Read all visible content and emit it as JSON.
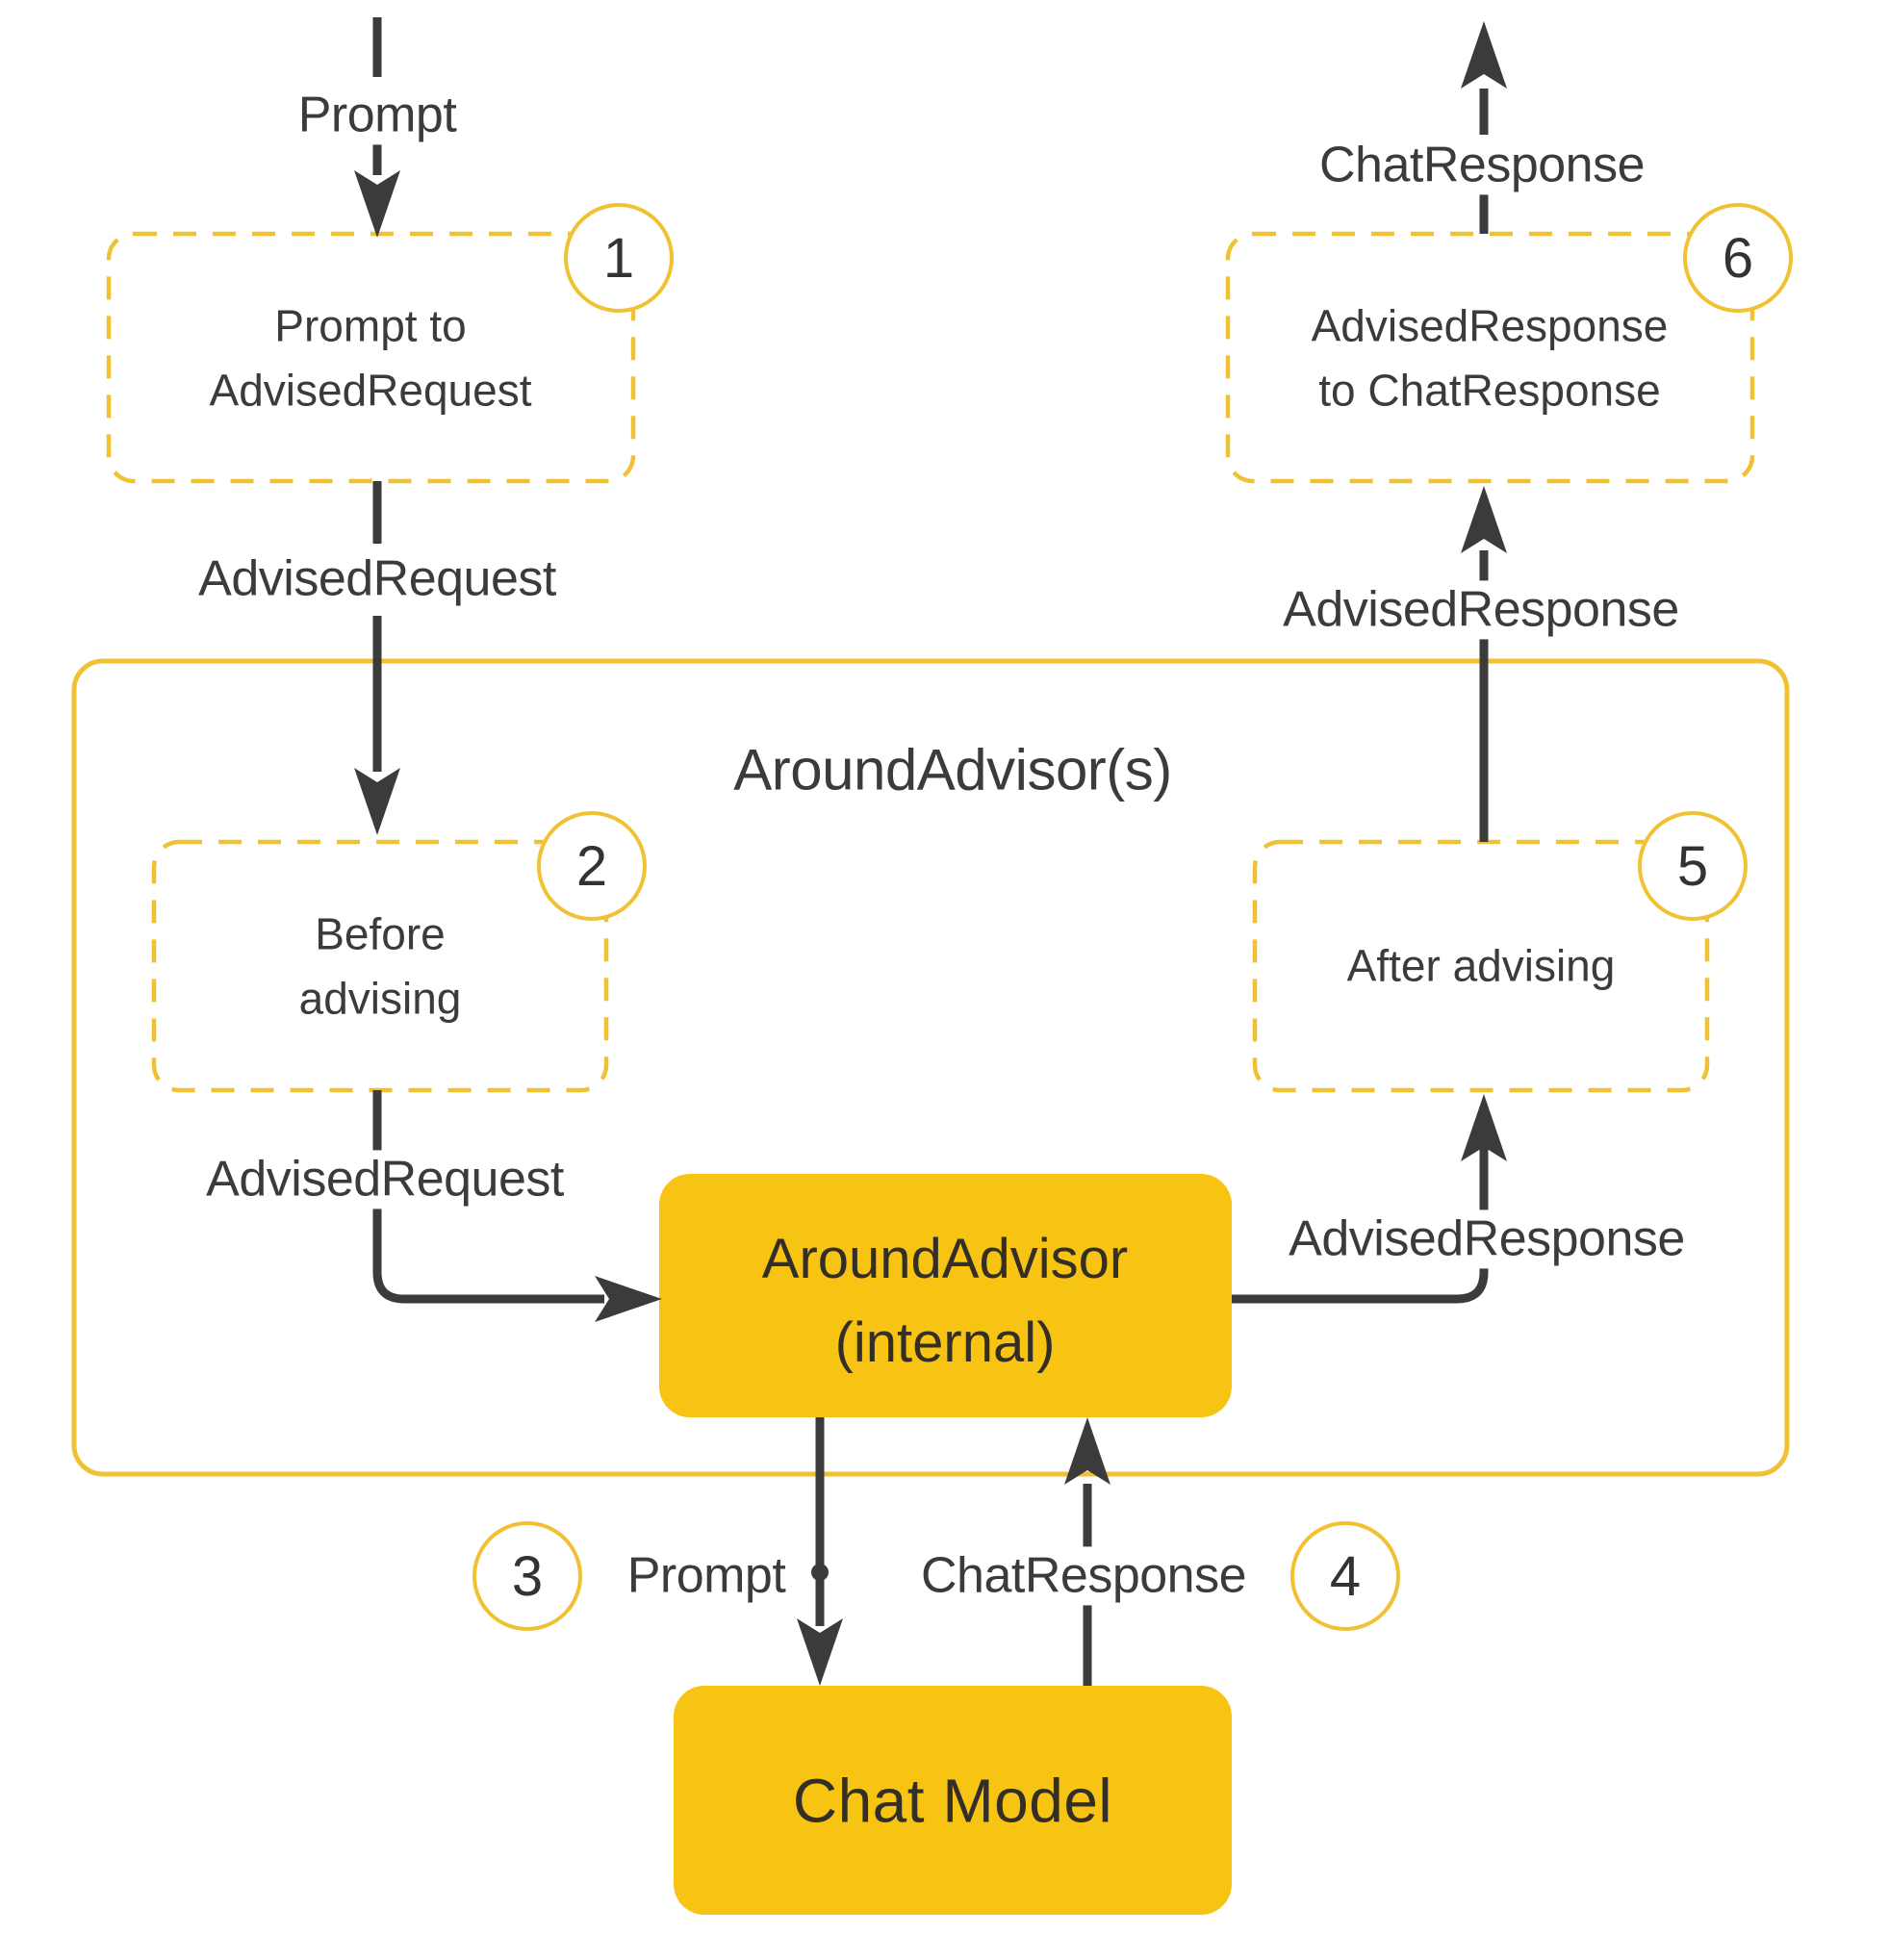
{
  "diagram": {
    "title": "AroundAdvisor(s)",
    "colors": {
      "gold_fill": "#F8C413",
      "yellow_stroke": "#F0C233",
      "ink": "#3B3B3B",
      "background": "#FFFFFF"
    },
    "steps": {
      "s1": "1",
      "s2": "2",
      "s3": "3",
      "s4": "4",
      "s5": "5",
      "s6": "6"
    },
    "nodes": {
      "prompt_to_advised_request": {
        "line1": "Prompt to",
        "line2": "AdvisedRequest"
      },
      "before_advising": {
        "line1": "Before",
        "line2": "advising"
      },
      "after_advising": {
        "label": "After advising"
      },
      "advised_response_to_chat_response": {
        "line1": "AdvisedResponse",
        "line2": "to ChatResponse"
      },
      "around_advisor_internal": {
        "line1": "AroundAdvisor",
        "line2": "(internal)"
      },
      "chat_model": {
        "label": "Chat Model"
      }
    },
    "edge_labels": {
      "prompt_in": "Prompt",
      "advised_request_outer": "AdvisedRequest",
      "advised_request_inner": "AdvisedRequest",
      "prompt_to_model": "Prompt",
      "chat_response_from_model": "ChatResponse",
      "advised_response_inner": "AdvisedResponse",
      "advised_response_outer": "AdvisedResponse",
      "chat_response_out": "ChatResponse"
    }
  }
}
